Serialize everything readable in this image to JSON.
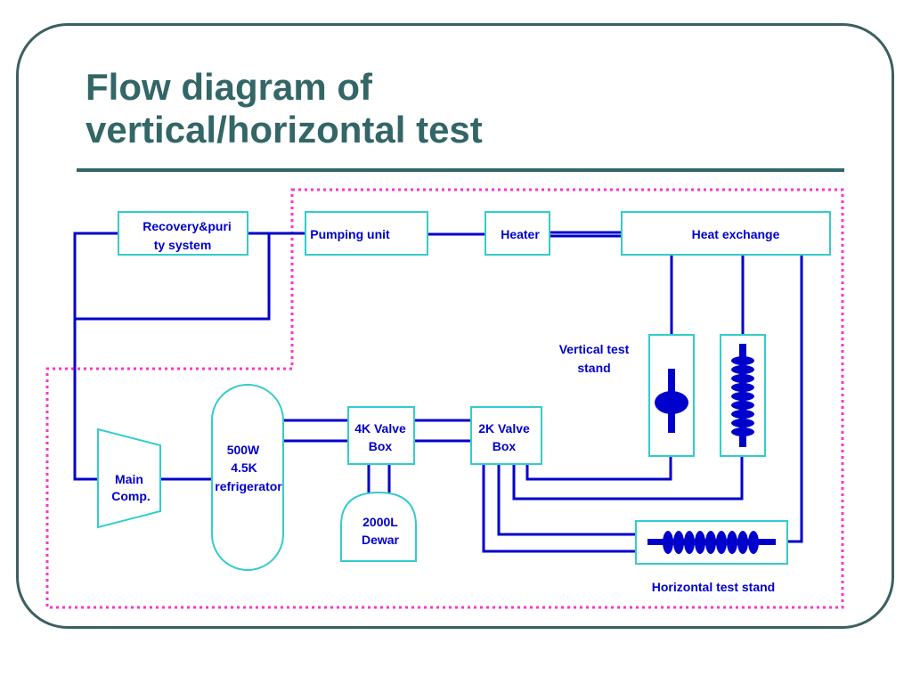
{
  "slide": {
    "title_line1": "Flow diagram of",
    "title_line2": "vertical/horizontal test"
  },
  "diagram": {
    "recovery": [
      "Recovery&puri",
      "ty system"
    ],
    "pumping": "Pumping unit",
    "heater": "Heater",
    "heat_exchange": "Heat exchange",
    "vertical_label": [
      "Vertical test",
      "stand"
    ],
    "main_comp": [
      "Main",
      "Comp."
    ],
    "refrigerator": [
      "500W",
      "4.5K",
      "refrigerator"
    ],
    "valve4k": [
      "4K Valve",
      "Box"
    ],
    "valve2k": [
      "2K Valve",
      "Box"
    ],
    "dewar": [
      "2000L",
      "Dewar"
    ],
    "horizontal_label": "Horizontal test stand",
    "colors": {
      "title": "#336666",
      "frame": "#3d5f5f",
      "line": "#0000cc",
      "box": "#33cccc",
      "boundary": "#ff33cc",
      "text": "#0000cc"
    }
  }
}
